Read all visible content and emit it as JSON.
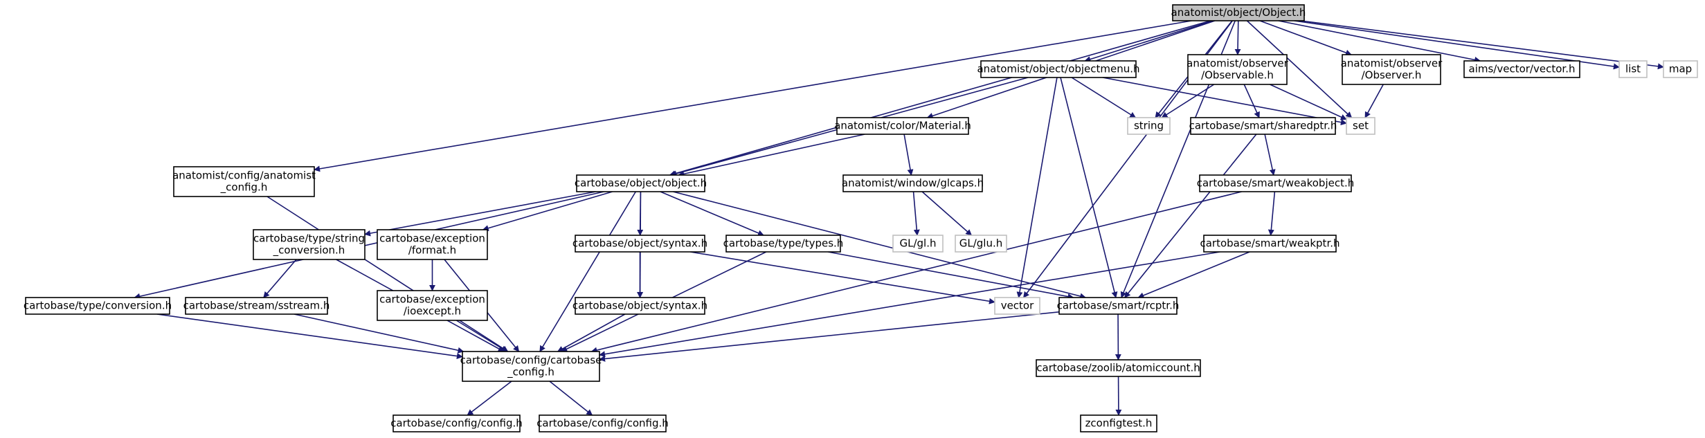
{
  "colors": {
    "edge": "#191970",
    "node_border": "#000000",
    "external_border": "#bfbfbf",
    "root_fill": "#bfbfbf",
    "node_fill": "#ffffff",
    "text": "#000000"
  },
  "nodes": {
    "n0": {
      "lines": [
        "anatomist/object/Object.h"
      ],
      "kind": "root"
    },
    "n1": {
      "lines": [
        "anatomist/config/anatomist",
        "_config.h"
      ],
      "kind": "header"
    },
    "n2": {
      "lines": [
        "cartobase/config/cartobase",
        "_config.h"
      ],
      "kind": "header"
    },
    "n3": {
      "lines": [
        "cartobase/config/config.h"
      ],
      "kind": "header"
    },
    "n4": {
      "lines": [
        "cartobase/config/config.h"
      ],
      "kind": "header"
    },
    "n5": {
      "lines": [
        "cartobase/object/object.h"
      ],
      "kind": "header"
    },
    "n6": {
      "lines": [
        "cartobase/type/string",
        "_conversion.h"
      ],
      "kind": "header"
    },
    "n7": {
      "lines": [
        "cartobase/stream/sstream.h"
      ],
      "kind": "header"
    },
    "n8": {
      "lines": [
        "cartobase/type/conversion.h"
      ],
      "kind": "header"
    },
    "n9": {
      "lines": [
        "cartobase/exception",
        "/format.h"
      ],
      "kind": "header"
    },
    "n10": {
      "lines": [
        "cartobase/exception",
        "/ioexcept.h"
      ],
      "kind": "header"
    },
    "n11": {
      "lines": [
        "cartobase/object/syntax.h"
      ],
      "kind": "header"
    },
    "n12": {
      "lines": [
        "cartobase/object/syntax.h"
      ],
      "kind": "header"
    },
    "n13": {
      "lines": [
        "vector"
      ],
      "kind": "external"
    },
    "n14": {
      "lines": [
        "cartobase/type/types.h"
      ],
      "kind": "header"
    },
    "n15": {
      "lines": [
        "cartobase/smart/rcptr.h"
      ],
      "kind": "header"
    },
    "n16": {
      "lines": [
        "cartobase/zoolib/atomiccount.h"
      ],
      "kind": "header"
    },
    "n17": {
      "lines": [
        "zconfigtest.h"
      ],
      "kind": "header"
    },
    "n18": {
      "lines": [
        "anatomist/color/Material.h"
      ],
      "kind": "header"
    },
    "n19": {
      "lines": [
        "anatomist/window/glcaps.h"
      ],
      "kind": "header"
    },
    "n20": {
      "lines": [
        "GL/gl.h"
      ],
      "kind": "external"
    },
    "n21": {
      "lines": [
        "GL/glu.h"
      ],
      "kind": "external"
    },
    "n22": {
      "lines": [
        "anatomist/object/objectmenu.h"
      ],
      "kind": "header"
    },
    "n23": {
      "lines": [
        "string"
      ],
      "kind": "external"
    },
    "n24": {
      "lines": [
        "set"
      ],
      "kind": "external"
    },
    "n25": {
      "lines": [
        "anatomist/observer",
        "/Observable.h"
      ],
      "kind": "header"
    },
    "n26": {
      "lines": [
        "cartobase/smart/sharedptr.h"
      ],
      "kind": "header"
    },
    "n27": {
      "lines": [
        "cartobase/smart/weakobject.h"
      ],
      "kind": "header"
    },
    "n28": {
      "lines": [
        "cartobase/smart/weakptr.h"
      ],
      "kind": "header"
    },
    "n29": {
      "lines": [
        "anatomist/observer",
        "/Observer.h"
      ],
      "kind": "header"
    },
    "n30": {
      "lines": [
        "aims/vector/vector.h"
      ],
      "kind": "header"
    },
    "n31": {
      "lines": [
        "list"
      ],
      "kind": "external"
    },
    "n32": {
      "lines": [
        "map"
      ],
      "kind": "external"
    }
  },
  "edges": [
    [
      "n0",
      "n1"
    ],
    [
      "n0",
      "n5"
    ],
    [
      "n0",
      "n18"
    ],
    [
      "n0",
      "n13"
    ],
    [
      "n0",
      "n22"
    ],
    [
      "n0",
      "n23"
    ],
    [
      "n0",
      "n25"
    ],
    [
      "n0",
      "n24"
    ],
    [
      "n0",
      "n29"
    ],
    [
      "n0",
      "n15"
    ],
    [
      "n0",
      "n30"
    ],
    [
      "n0",
      "n31"
    ],
    [
      "n0",
      "n32"
    ],
    [
      "n1",
      "n2"
    ],
    [
      "n2",
      "n3"
    ],
    [
      "n2",
      "n4"
    ],
    [
      "n5",
      "n8"
    ],
    [
      "n5",
      "n6"
    ],
    [
      "n5",
      "n9"
    ],
    [
      "n5",
      "n2"
    ],
    [
      "n5",
      "n12"
    ],
    [
      "n5",
      "n11"
    ],
    [
      "n5",
      "n14"
    ],
    [
      "n5",
      "n15"
    ],
    [
      "n6",
      "n7"
    ],
    [
      "n6",
      "n2"
    ],
    [
      "n7",
      "n2"
    ],
    [
      "n8",
      "n2"
    ],
    [
      "n9",
      "n10"
    ],
    [
      "n9",
      "n2"
    ],
    [
      "n10",
      "n2"
    ],
    [
      "n11",
      "n12"
    ],
    [
      "n11",
      "n13"
    ],
    [
      "n12",
      "n2"
    ],
    [
      "n14",
      "n2"
    ],
    [
      "n14",
      "n15"
    ],
    [
      "n15",
      "n2"
    ],
    [
      "n15",
      "n16"
    ],
    [
      "n16",
      "n17"
    ],
    [
      "n18",
      "n5"
    ],
    [
      "n18",
      "n19"
    ],
    [
      "n19",
      "n20"
    ],
    [
      "n19",
      "n21"
    ],
    [
      "n22",
      "n5"
    ],
    [
      "n22",
      "n13"
    ],
    [
      "n22",
      "n23"
    ],
    [
      "n22",
      "n24"
    ],
    [
      "n22",
      "n15"
    ],
    [
      "n25",
      "n23"
    ],
    [
      "n25",
      "n24"
    ],
    [
      "n25",
      "n26"
    ],
    [
      "n26",
      "n15"
    ],
    [
      "n26",
      "n27"
    ],
    [
      "n27",
      "n28"
    ],
    [
      "n27",
      "n2"
    ],
    [
      "n28",
      "n15"
    ],
    [
      "n28",
      "n2"
    ],
    [
      "n29",
      "n24"
    ]
  ]
}
